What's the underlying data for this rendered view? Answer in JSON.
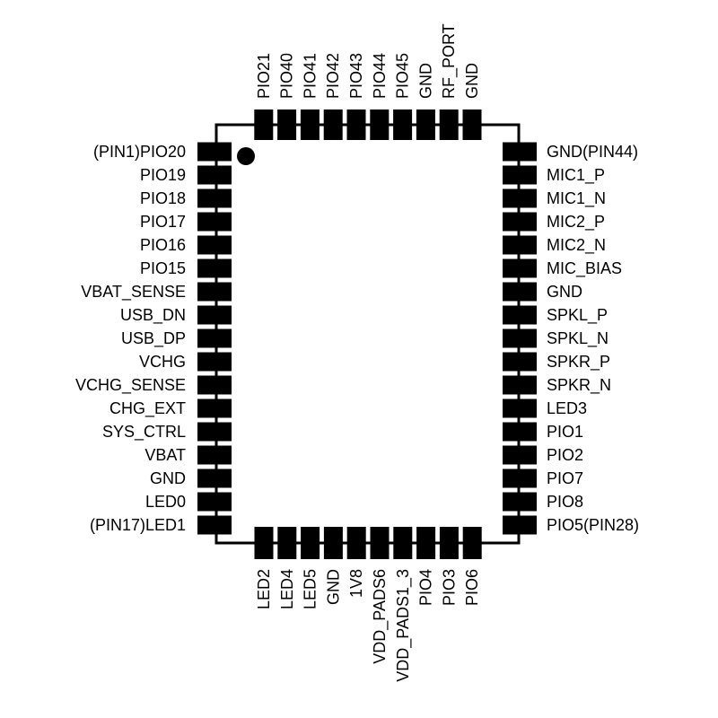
{
  "colors": {
    "ink": "#000000",
    "paper": "#ffffff"
  },
  "pins": {
    "left": [
      "(PIN1)PIO20",
      "PIO19",
      "PIO18",
      "PIO17",
      "PIO16",
      "PIO15",
      "VBAT_SENSE",
      "USB_DN",
      "USB_DP",
      "VCHG",
      "VCHG_SENSE",
      "CHG_EXT",
      "SYS_CTRL",
      "VBAT",
      "GND",
      "LED0",
      "(PIN17)LED1"
    ],
    "bottom": [
      "LED2",
      "LED4",
      "LED5",
      "GND",
      "1V8",
      "VDD_PADS6",
      "VDD_PADS1_3",
      "PIO4",
      "PIO3",
      "PIO6"
    ],
    "right": [
      "PIO5(PIN28)",
      "PIO8",
      "PIO7",
      "PIO2",
      "PIO1",
      "LED3",
      "SPKR_N",
      "SPKR_P",
      "SPKL_N",
      "SPKL_P",
      "GND",
      "MIC_BIAS",
      "MIC2_N",
      "MIC2_P",
      "MIC1_N",
      "MIC1_P",
      "GND(PIN44)"
    ],
    "top": [
      "GND",
      "RF_PORT",
      "GND",
      "PIO45",
      "PIO44",
      "PIO43",
      "PIO42",
      "PIO41",
      "PIO40",
      "PIO21"
    ]
  },
  "pin1_marker": "filled-circle"
}
